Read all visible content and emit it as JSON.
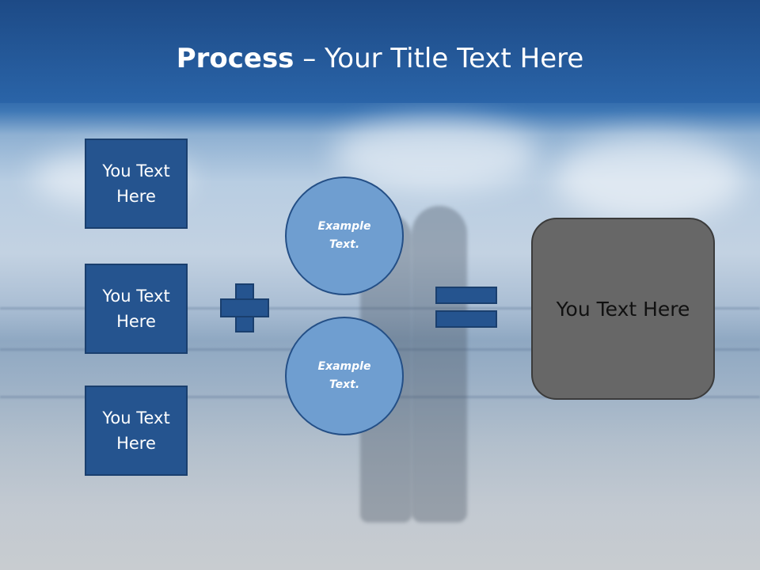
{
  "slide": {
    "title_bold": "Process",
    "title_rest": " – Your Title Text Here"
  },
  "left_boxes": [
    {
      "label": "You Text Here"
    },
    {
      "label": "You Text Here"
    },
    {
      "label": "You Text Here"
    }
  ],
  "circles": [
    {
      "label": "Example Text."
    },
    {
      "label": "Example Text."
    }
  ],
  "result": {
    "label": "You Text Here"
  },
  "colors": {
    "header": "#2a64a8",
    "box_fill": "#25548f",
    "circle_fill": "#6f9ed0",
    "result_fill": "#676767"
  }
}
